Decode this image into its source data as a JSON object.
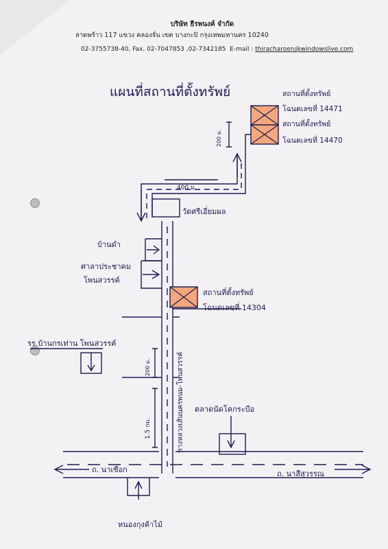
{
  "header": {
    "company": "บริษัท ธีรพนงค์ จำกัด",
    "address": "ลาดพร้าว 117 แขวง คลองจั่น เขต บางกะปิ กรุงเทพมหานคร 10240",
    "phone": "02-3755738-40, Fax. 02-7047853 ,02-7342185",
    "email_label": "E-mail :",
    "email": "thiracharoen@windowslive.com"
  },
  "map": {
    "title": "แผนที่สถานที่ตั้งทรัพย์",
    "property_top_1": "สถานที่ตั้งทรัพย์",
    "deed_top_1": "โฉนดเลขที่ 14471",
    "property_top_2": "สถานที่ตั้งทรัพย์",
    "deed_top_2": "โฉนดเลขที่ 14470",
    "distance_200_top": "200 ม.",
    "distance_400": "400 ม.",
    "temple": "วัดศรีเอี่ยมผล",
    "house_left": "บ้านดำ",
    "hall": "ศาลาประชาคม",
    "hall_sub": "โพนสวรรค์",
    "property_mid": "สถานที่ตั้งทรัพย์",
    "deed_mid": "โฉนดเลขที่ 14304",
    "school": "รร.บ้านกรเท่าน โพนสวรรค์",
    "distance_200_mid": "200 ม.",
    "road_vertical": "ทางหลวงเส้นนครพนม-โพนสวรรค์",
    "distance_15km": "1.5 กม.",
    "market": "ตลาดนัดโคกระบือ",
    "road_left": "ถ. นาเซือก",
    "road_right": "ถ. นาสีสุวรรณ",
    "canal": "หนองกุงค้าไม้"
  }
}
